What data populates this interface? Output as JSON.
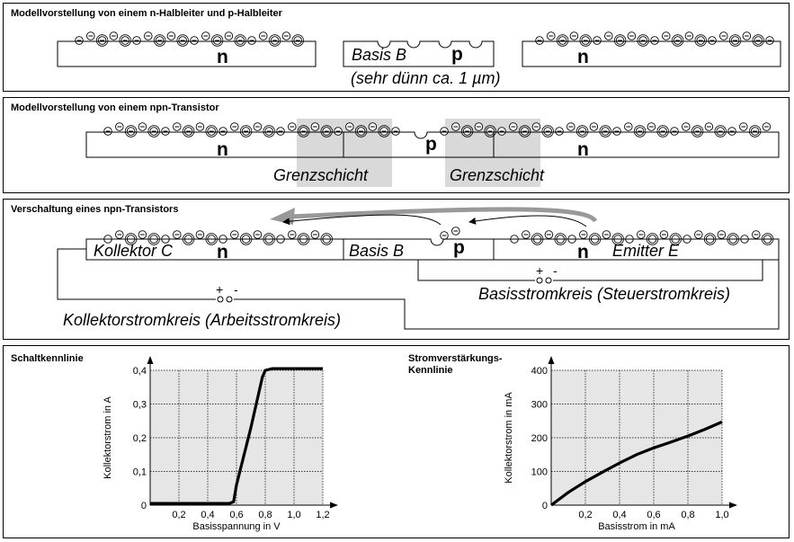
{
  "panel1": {
    "title": "Modellvorstellung von einem n-Halbleiter und p-Halbleiter",
    "n_left": "n",
    "basis": "Basis B",
    "p": "p",
    "thin_note": "(sehr dünn ca. 1 µm)",
    "n_right": "n"
  },
  "panel2": {
    "title": "Modellvorstellung von einem npn-Transistor",
    "n_left": "n",
    "p": "p",
    "n_right": "n",
    "grenz_left": "Grenzschicht",
    "grenz_right": "Grenzschicht"
  },
  "panel3": {
    "title": "Verschaltung eines npn-Transistors",
    "kollektor": "Kollektor C",
    "n_left": "n",
    "basis": "Basis B",
    "p": "p",
    "n_right": "n",
    "emitter": "Emitter E",
    "basis_plus": "+",
    "basis_minus": "-",
    "basis_circuit": "Basisstromkreis (Steuerstromkreis)",
    "coll_plus": "+",
    "coll_minus": "-",
    "coll_circuit": "Kollektorstromkreis (Arbeitsstromkreis)"
  },
  "colors": {
    "grid_bg": "#e6e6e6",
    "band": "#d9d9d9",
    "arrow": "#999999"
  },
  "chart_data": [
    {
      "type": "line",
      "title": "Schaltkennlinie",
      "xlabel": "Basisspannung in V",
      "ylabel": "Kollektorstrom in A",
      "xlim": [
        0,
        1.2
      ],
      "ylim": [
        0,
        0.4
      ],
      "x_ticks": [
        "0,2",
        "0,4",
        "0,6",
        "0,8",
        "1,0",
        "1,2"
      ],
      "y_ticks": [
        "0",
        "0,1",
        "0,2",
        "0,3",
        "0,4"
      ],
      "x_tick_values": [
        0.2,
        0.4,
        0.6,
        0.8,
        1.0,
        1.2
      ],
      "y_tick_values": [
        0,
        0.1,
        0.2,
        0.3,
        0.4
      ],
      "x_grid": [
        0.2,
        0.4,
        0.6,
        0.8,
        1.0,
        1.2
      ],
      "y_grid": [
        0.1,
        0.2,
        0.3,
        0.4
      ],
      "grid": true,
      "series": [
        {
          "x": [
            0,
            0.4,
            0.55,
            0.58,
            0.6,
            0.7,
            0.78,
            0.8,
            0.85,
            1.0,
            1.2
          ],
          "y": [
            0.005,
            0.005,
            0.005,
            0.01,
            0.06,
            0.23,
            0.38,
            0.4,
            0.405,
            0.405,
            0.405
          ]
        }
      ]
    },
    {
      "type": "line",
      "title": "Stromverstärkungs-\nKennlinie",
      "xlabel": "Basisstrom in mA",
      "ylabel": "Kollektorstrom in mA",
      "xlim": [
        0,
        1.0
      ],
      "ylim": [
        0,
        400
      ],
      "x_ticks": [
        "0,2",
        "0,4",
        "0,6",
        "0,8",
        "1,0"
      ],
      "y_ticks": [
        "0",
        "100",
        "200",
        "300",
        "400"
      ],
      "x_tick_values": [
        0.2,
        0.4,
        0.6,
        0.8,
        1.0
      ],
      "y_tick_values": [
        0,
        100,
        200,
        300,
        400
      ],
      "x_grid": [
        0.2,
        0.4,
        0.6,
        0.8,
        1.0
      ],
      "y_grid": [
        100,
        200,
        300,
        400
      ],
      "grid": true,
      "series": [
        {
          "x": [
            0,
            0.1,
            0.2,
            0.3,
            0.4,
            0.5,
            0.6,
            0.7,
            0.8,
            0.9,
            1.0
          ],
          "y": [
            0,
            38,
            70,
            98,
            125,
            150,
            170,
            187,
            205,
            225,
            247
          ]
        }
      ]
    }
  ]
}
